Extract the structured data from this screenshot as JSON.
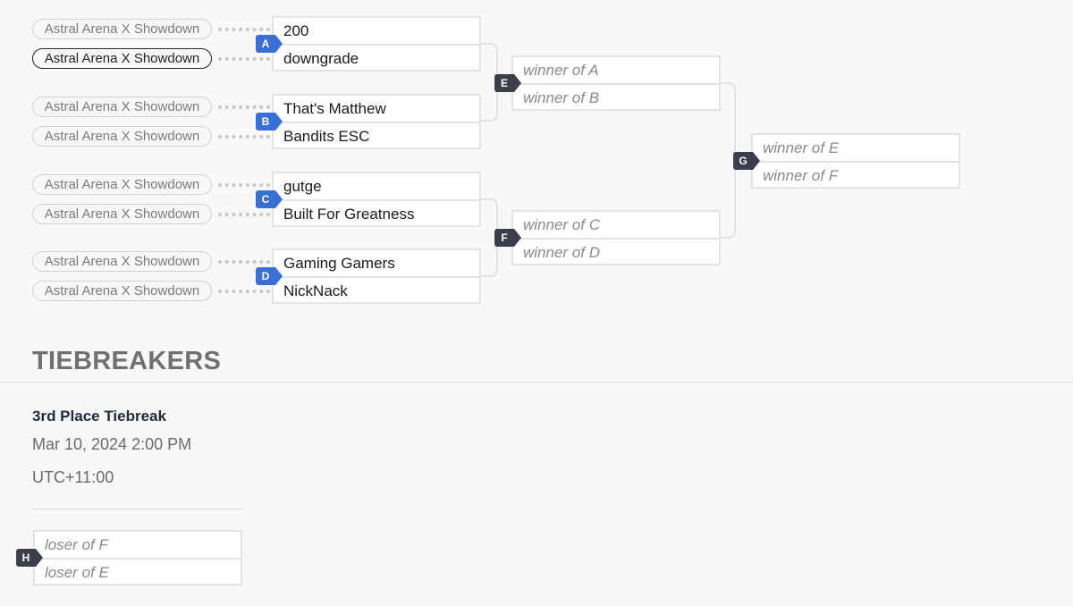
{
  "bracket": {
    "qualifier_label": "Astral Arena X Showdown",
    "round1": [
      {
        "id": "A",
        "top": "200",
        "bottom": "downgrade"
      },
      {
        "id": "B",
        "top": "That's Matthew",
        "bottom": "Bandits ESC"
      },
      {
        "id": "C",
        "top": "gutge",
        "bottom": "Built For Greatness"
      },
      {
        "id": "D",
        "top": "Gaming Gamers",
        "bottom": "NickNack"
      }
    ],
    "round2": [
      {
        "id": "E",
        "top": "winner of A",
        "bottom": "winner of B"
      },
      {
        "id": "F",
        "top": "winner of C",
        "bottom": "winner of D"
      }
    ],
    "final": {
      "id": "G",
      "top": "winner of E",
      "bottom": "winner of F"
    }
  },
  "tiebreakers": {
    "section_title": "TIEBREAKERS",
    "name": "3rd Place Tiebreak",
    "date": "Mar 10, 2024 2:00 PM",
    "timezone": "UTC+11:00",
    "match": {
      "id": "H",
      "top": "loser of F",
      "bottom": "loser of E"
    }
  },
  "colors": {
    "round1_tag": "#3a6fd8",
    "later_tag": "#3a3f4b",
    "selected_outline": "#222222"
  }
}
